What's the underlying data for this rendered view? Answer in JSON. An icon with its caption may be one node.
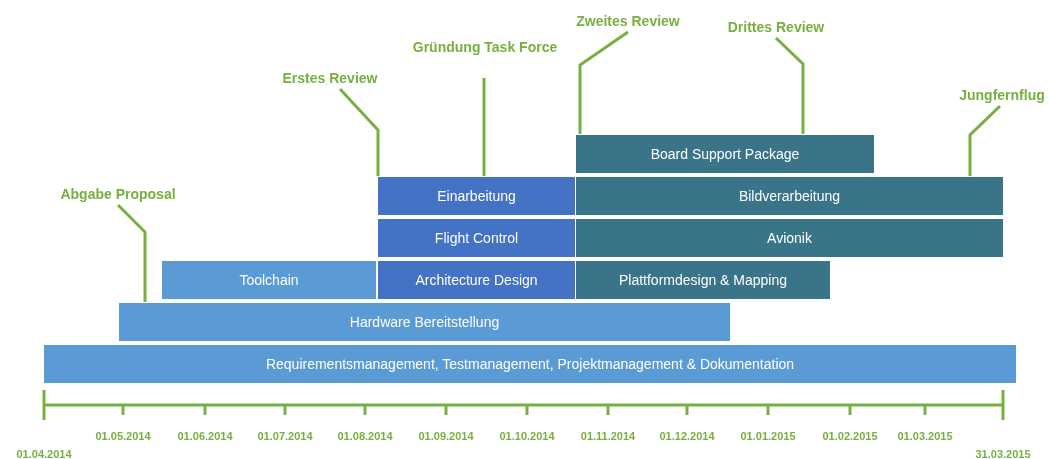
{
  "diagram": {
    "nodes": [
      {
        "text": [
          "Zweites Review"
        ]
      },
      {
        "text": [
          "Drittes Review"
        ]
      },
      {
        "text": [
          "Gründung Task Force"
        ]
      },
      {
        "text": [
          "Erstes Review"
        ]
      },
      {
        "text": [
          "Jungfernflug"
        ]
      },
      {
        "text": [
          "Board Support Package"
        ]
      },
      {
        "text": [
          "Einarbeitung"
        ]
      },
      {
        "text": [
          "Bildverarbeitung"
        ]
      },
      {
        "text": [
          "Abgabe Proposal"
        ]
      },
      {
        "text": [
          "Flight Control"
        ]
      },
      {
        "text": [
          "Avionik"
        ]
      },
      {
        "text": [
          "Toolchain"
        ]
      },
      {
        "text": [
          "Architecture Design"
        ]
      },
      {
        "text": [
          "Plattformdesign & Mapping"
        ]
      },
      {
        "text": [
          "Hardware Bereitstellung"
        ]
      },
      {
        "text": [
          "Requirementsmanagement, Testmanagement, Projektmanagement & Dokumentation"
        ]
      }
    ],
    "edges": [
      {
        "from": 8,
        "to": 14,
        "arrow": "none"
      },
      {
        "from": 3,
        "to": 6,
        "arrow": "none"
      },
      {
        "from": 2,
        "to": 6,
        "arrow": "none"
      },
      {
        "from": 0,
        "to": 5,
        "arrow": "none"
      },
      {
        "from": 1,
        "to": 5,
        "arrow": "none"
      },
      {
        "from": 4,
        "to": 7,
        "arrow": "none"
      }
    ],
    "labels": [
      "01.05.2014",
      "01.06.2014",
      "01.07.2014",
      "01.08.2014",
      "01.09.2014",
      "01.10.2014",
      "01.11.2014",
      "01.12.2014",
      "01.01.2015",
      "01.02.2015",
      "01.03.2015",
      "01.04.2014",
      "31.03.2015"
    ]
  }
}
